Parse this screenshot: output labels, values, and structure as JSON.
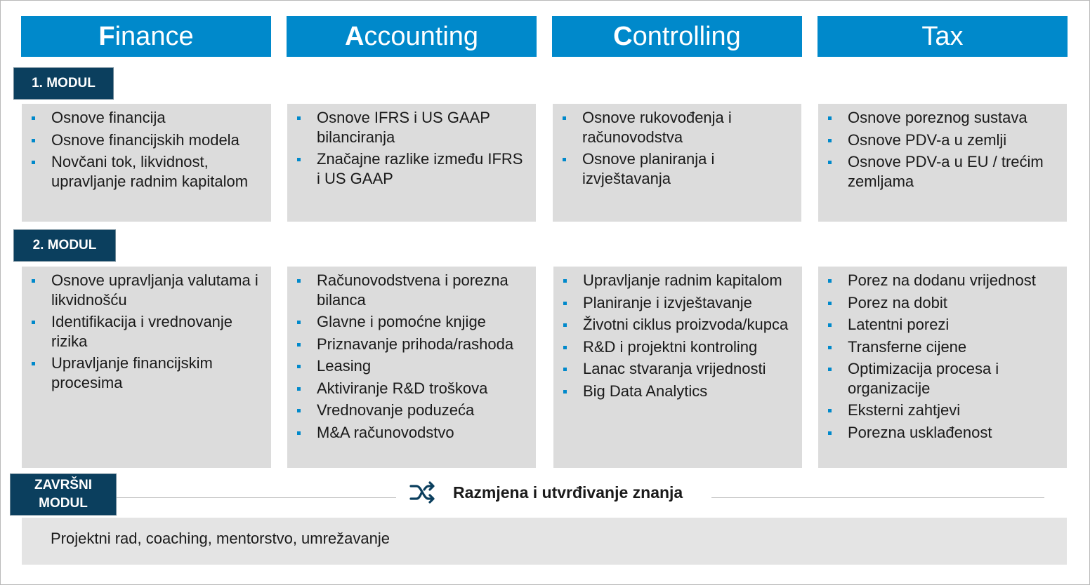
{
  "columns": [
    {
      "initial": "F",
      "rest": "inance"
    },
    {
      "initial": "A",
      "rest": "ccounting"
    },
    {
      "initial": "C",
      "rest": "ontrolling"
    },
    {
      "initial": "",
      "rest": "Tax"
    }
  ],
  "modules": {
    "m1": "1. MODUL",
    "m2": "2. MODUL",
    "final_line1": "ZAVRŠNI",
    "final_line2": "MODUL"
  },
  "module1": [
    [
      "Osnove financija",
      "Osnove financijskih modela",
      "Novčani tok, likvidnost, upravljanje radnim kapitalom"
    ],
    [
      "Osnove IFRS i US GAAP bilanciranja",
      "Značajne razlike između IFRS i US GAAP"
    ],
    [
      "Osnove rukovođenja i računovodstva",
      "Osnove planiranja i izvještavanja"
    ],
    [
      "Osnove poreznog sustava",
      "Osnove PDV-a u zemlji",
      "Osnove PDV-a u EU / trećim zemljama"
    ]
  ],
  "module2": [
    [
      "Osnove upravljanja valutama i likvidnošću",
      "Identifikacija i vrednovanje rizika",
      "Upravljanje financijskim procesima"
    ],
    [
      "Računovodstvena i porezna bilanca",
      "Glavne i pomoćne knjige",
      "Priznavanje prihoda/rashoda",
      "Leasing",
      "Aktiviranje R&D troškova",
      "Vrednovanje poduzeća",
      "M&A računovodstvo"
    ],
    [
      "Upravljanje radnim kapitalom",
      "Planiranje i izvještavanje",
      "Životni ciklus proizvoda/kupca",
      "R&D i projektni kontroling",
      "Lanac stvaranja vrijednosti",
      "Big Data Analytics"
    ],
    [
      "Porez na dodanu vrijednost",
      "Porez na dobit",
      "Latentni porezi",
      "Transferne cijene",
      "Optimizacija procesa i organizacije",
      "Eksterni zahtjevi",
      "Porezna usklađenost"
    ]
  ],
  "final": {
    "exchange_label": "Razmjena i utvrđivanje znanja",
    "exchange_icon": "shuffle-icon",
    "text": "Projektni rad, coaching, mentorstvo, umrežavanje"
  },
  "colors": {
    "header": "#0089cb",
    "badge": "#0b3f5e",
    "box": "#dcdcdc",
    "bullet": "#0089cb"
  }
}
